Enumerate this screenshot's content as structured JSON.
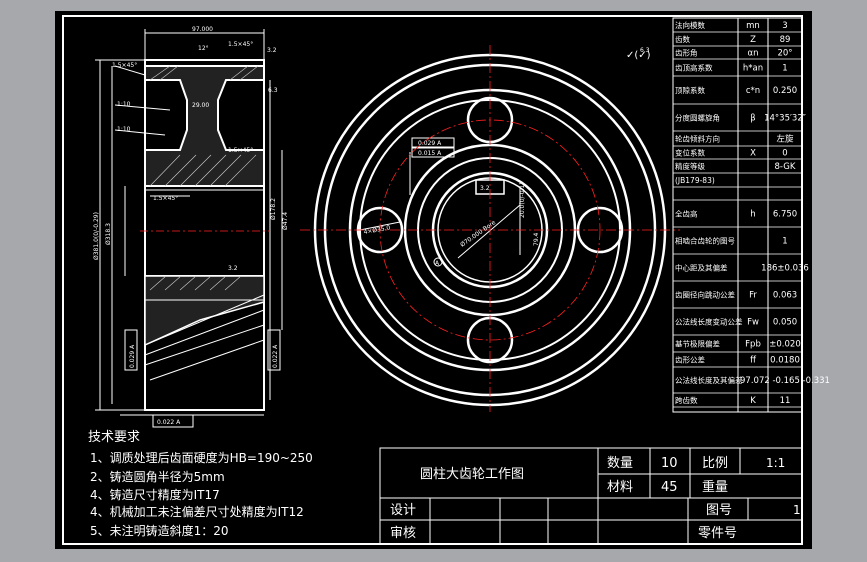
{
  "colors": {
    "background": "#a6a8ac",
    "sheet": "#000000",
    "line": "#ffffff",
    "centerline": "#ff2020",
    "dimension": "#ffffff"
  },
  "params": [
    [
      "法向模数",
      "mn",
      "3"
    ],
    [
      "齿数",
      "Z",
      "89"
    ],
    [
      "齿形角",
      "αn",
      "20°"
    ],
    [
      "齿顶高系数",
      "h*an",
      "1"
    ],
    [
      "顶隙系数",
      "c*n",
      "0.250"
    ],
    [
      "分度圆螺旋角",
      "β",
      "14°35′32″"
    ],
    [
      "轮齿倾斜方向",
      "",
      "左旋"
    ],
    [
      "变位系数",
      "X",
      "0"
    ],
    [
      "精度等级",
      "",
      "8-GK"
    ],
    [
      "(JB179-83)",
      "",
      ""
    ],
    [
      "",
      "",
      ""
    ],
    [
      "全齿高",
      "h",
      "6.750"
    ],
    [
      "相啮合齿轮的图号",
      "",
      "1"
    ],
    [
      "中心距及其偏差",
      "",
      "186±0.036"
    ],
    [
      "齿圈径向跳动公差",
      "Fr",
      "0.063"
    ],
    [
      "公法线长度变动公差",
      "Fw",
      "0.050"
    ],
    [
      "基节极限偏差",
      "Fpb",
      "±0.020"
    ],
    [
      "齿形公差",
      "ff",
      "0.0180"
    ],
    [
      "公法线长度及其偏差",
      "",
      "97.072 -0.165 -0.331"
    ],
    [
      "跨齿数",
      "K",
      "11"
    ]
  ],
  "tech": {
    "title": "技术要求",
    "items": [
      "1、调质处理后齿面硬度为HB=190~250",
      "2、铸造圆角半径为5mm",
      "4、铸造尺寸精度为IT17",
      "4、机械加工未注偏差尺寸处精度为IT12",
      "5、未注明铸造斜度1：20"
    ]
  },
  "title_block": {
    "name": "圆柱大齿轮工作图",
    "qty_label": "数量",
    "qty": "10",
    "scale_label": "比例",
    "scale": "1:1",
    "material_label": "材料",
    "material": "45",
    "weight_label": "重量",
    "design_label": "设计",
    "drawing_no_label": "图号",
    "drawing_no": "1",
    "review_label": "审核",
    "part_no_label": "零件号"
  },
  "dims": {
    "width_top": "97.000",
    "chamfer_a": "1.5×45°",
    "chamfer_b": "1.5×45°",
    "chamfer_c": "1.5×45°",
    "chamfer_d": "1.5×45°",
    "angle_small": "12°",
    "hub": "29.00",
    "draft_1": "1:10",
    "draft_2": "1:10",
    "dia_outer": "Ø381.0(0/-0.29)",
    "dia_root": "Ø318.3",
    "dia_web": "Ø178.2",
    "dia_hub": "Ø47.4",
    "runout": "0.022 A",
    "runout_left": "0.029 A",
    "flatness": "0.022 A",
    "sym_1": "0.029 A",
    "sym_2": "0.015 A",
    "bore": "Ø70.000 Bore",
    "holes": "4×Ø35.0",
    "keyway": "79.4",
    "key_w": "20.0(0/-0.1)",
    "datum": "A",
    "rough_1": "3.2",
    "rough_2": "6.3",
    "rough_3": "3.2",
    "rough_4": "3.2",
    "rough_5": "6.3"
  }
}
